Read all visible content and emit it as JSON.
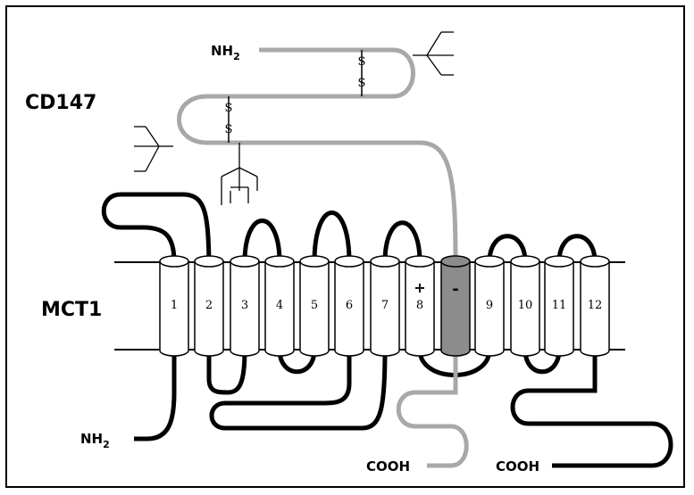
{
  "labels": {
    "cd147": "CD147",
    "mct1": "MCT1",
    "nh2_top_main": "NH",
    "nh2_top_sub": "2",
    "nh2_bottom_main": "NH",
    "nh2_bottom_sub": "2",
    "cooh_left": "COOH",
    "cooh_right": "COOH",
    "disulfide_1": "S",
    "disulfide_2": "S",
    "disulfide_3": "S",
    "disulfide_4": "S"
  },
  "helices": [
    "1",
    "2",
    "3",
    "4",
    "5",
    "6",
    "7",
    "8",
    "",
    "9",
    "10",
    "11",
    "12"
  ],
  "charges": {
    "helix8": "+",
    "cd147_tm": "-"
  },
  "colors": {
    "mct1_line": "#000000",
    "cd147_line": "#a8a8a8",
    "cd147_tm_fill": "#8c8c8c",
    "helix_fill": "#ffffff"
  }
}
